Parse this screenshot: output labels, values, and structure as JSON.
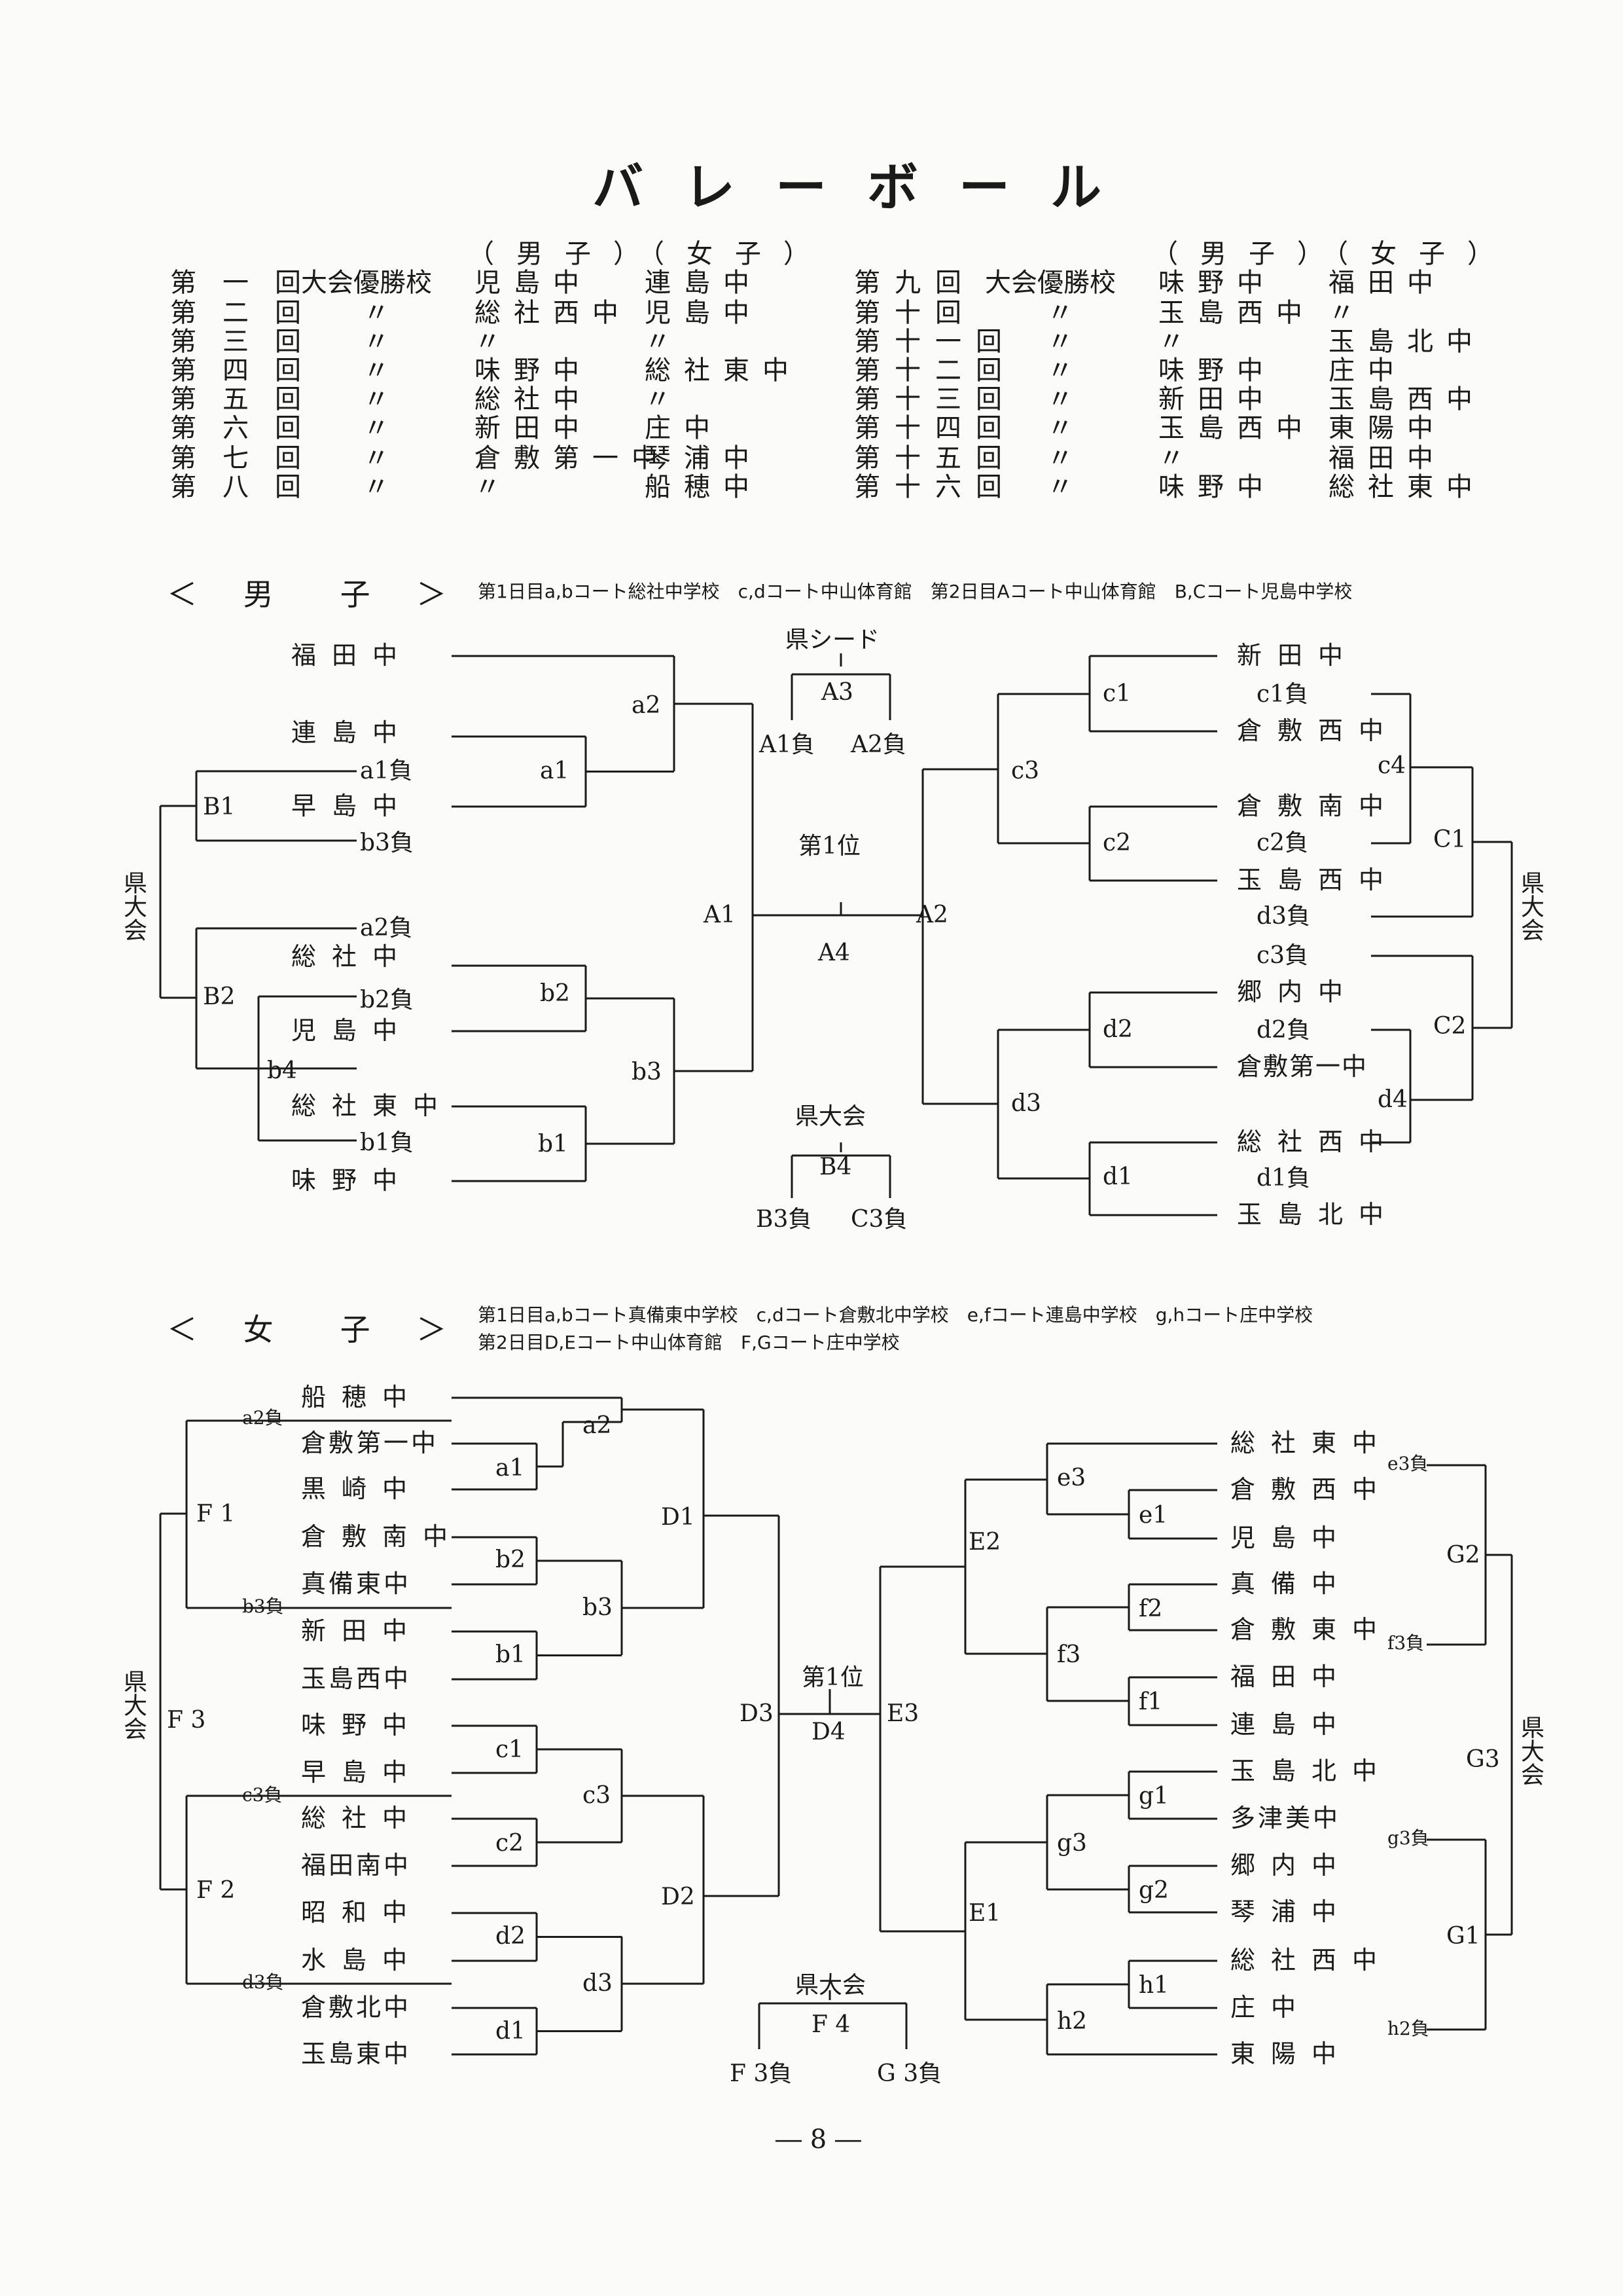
{
  "page_title": "バレーボール",
  "history": {
    "col_header_boys": "（男子）",
    "col_header_girls": "（女子）",
    "rows": [
      {
        "round": "第一回",
        "label": "大会優勝校",
        "boys": "児島中",
        "girls": "連島中"
      },
      {
        "round": "第二回",
        "label": "〃",
        "boys": "総社西中",
        "girls": "児島中"
      },
      {
        "round": "第三回",
        "label": "〃",
        "boys": "〃",
        "girls": "〃"
      },
      {
        "round": "第四回",
        "label": "〃",
        "boys": "味野中",
        "girls": "総社東中"
      },
      {
        "round": "第五回",
        "label": "〃",
        "boys": "総社中",
        "girls": "〃"
      },
      {
        "round": "第六回",
        "label": "〃",
        "boys": "新田中",
        "girls": "庄中"
      },
      {
        "round": "第七回",
        "label": "〃",
        "boys": "倉敷第一中",
        "girls": "琴浦中"
      },
      {
        "round": "第八回",
        "label": "〃",
        "boys": "〃",
        "girls": "船穂中"
      },
      {
        "round": "第九回",
        "label": "大会優勝校",
        "boys": "味野中",
        "girls": "福田中"
      },
      {
        "round": "第十回",
        "label": "〃",
        "boys": "玉島西中",
        "girls": "〃"
      },
      {
        "round": "第十一回",
        "label": "〃",
        "boys": "〃",
        "girls": "玉島北中"
      },
      {
        "round": "第十二回",
        "label": "〃",
        "boys": "味野中",
        "girls": "庄中"
      },
      {
        "round": "第十三回",
        "label": "〃",
        "boys": "新田中",
        "girls": "玉島西中"
      },
      {
        "round": "第十四回",
        "label": "〃",
        "boys": "玉島西中",
        "girls": "東陽中"
      },
      {
        "round": "第十五回",
        "label": "〃",
        "boys": "〃",
        "girls": "福田中"
      },
      {
        "round": "第十六回",
        "label": "〃",
        "boys": "味野中",
        "girls": "総社東中"
      }
    ]
  },
  "boys": {
    "heading": "＜ 男　子 ＞",
    "note": "第1日目a,bコート総社中学校　c,dコート中山体育館　第2日目Aコート中山体育館　B,Cコート児島中学校",
    "teams_left": [
      "福田中",
      "連島中",
      "早島中",
      "総社中",
      "児島中",
      "総社東中",
      "味野中"
    ],
    "teams_right": [
      "新田中",
      "倉敷西中",
      "倉敷南中",
      "玉島西中",
      "郷内中",
      "倉敷第一中",
      "総社西中",
      "玉島北中"
    ],
    "pref_label": "県大会",
    "seed_label": "県シード",
    "first_place": "第1位",
    "labels": {
      "a1": "a1",
      "a2": "a2",
      "b1": "b1",
      "b2": "b2",
      "b3": "b3",
      "b4": "b4",
      "B1": "B1",
      "B2": "B2",
      "c1": "c1",
      "c2": "c2",
      "c3": "c3",
      "c4": "c4",
      "d1": "d1",
      "d2": "d2",
      "d3": "d3",
      "d4": "d4",
      "C1": "C1",
      "C2": "C2",
      "A1": "A1",
      "A2": "A2",
      "A3": "A3",
      "A4": "A4",
      "B4": "B4"
    },
    "losers": {
      "a1": "a1負",
      "a2": "a2負",
      "b1": "b1負",
      "b2": "b2負",
      "b3": "b3負",
      "c1": "c1負",
      "c2": "c2負",
      "c3": "c3負",
      "d1": "d1負",
      "d2": "d2負",
      "d3": "d3負",
      "A1": "A1負",
      "A2": "A2負",
      "B3": "B3負",
      "C3": "C3負"
    }
  },
  "girls": {
    "heading": "＜ 女　子 ＞",
    "note1": "第1日目a,bコート真備東中学校　c,dコート倉敷北中学校　e,fコート連島中学校　g,hコート庄中学校",
    "note2": "第2日目D,Eコート中山体育館　F,Gコート庄中学校",
    "teams_left": [
      "船穂中",
      "倉敷第一中",
      "黒崎中",
      "倉敷南中",
      "真備東中",
      "新田中",
      "玉島西中",
      "味野中",
      "早島中",
      "総社中",
      "福田南中",
      "昭和中",
      "水島中",
      "倉敷北中",
      "玉島東中"
    ],
    "teams_right": [
      "総社東中",
      "倉敷西中",
      "児島中",
      "真備中",
      "倉敷東中",
      "福田中",
      "連島中",
      "玉島北中",
      "多津美中",
      "郷内中",
      "琴浦中",
      "総社西中",
      "庄中",
      "東陽中"
    ],
    "pref_label": "県大会",
    "first_place": "第1位",
    "labels": {
      "a1": "a1",
      "a2": "a2",
      "b1": "b1",
      "b2": "b2",
      "b3": "b3",
      "c1": "c1",
      "c2": "c2",
      "c3": "c3",
      "d1": "d1",
      "d2": "d2",
      "d3": "d3",
      "D1": "D1",
      "D2": "D2",
      "D3": "D3",
      "D4": "D4",
      "F1": "F 1",
      "F2": "F 2",
      "F3": "F 3",
      "F4": "F 4",
      "e1": "e1",
      "e3": "e3",
      "f1": "f1",
      "f2": "f2",
      "f3": "f3",
      "g1": "g1",
      "g2": "g2",
      "g3": "g3",
      "h1": "h1",
      "h2": "h2",
      "E1": "E1",
      "E2": "E2",
      "E3": "E3",
      "G1": "G1",
      "G2": "G2",
      "G3": "G3"
    },
    "losers": {
      "a2": "a2負",
      "b3": "b3負",
      "c3": "c3負",
      "d3": "d3負",
      "e3": "e3負",
      "f3": "f3負",
      "g3": "g3負",
      "h2": "h2負",
      "F3": "F 3負",
      "G3": "G 3負"
    }
  },
  "page_number": "― 8 ―"
}
